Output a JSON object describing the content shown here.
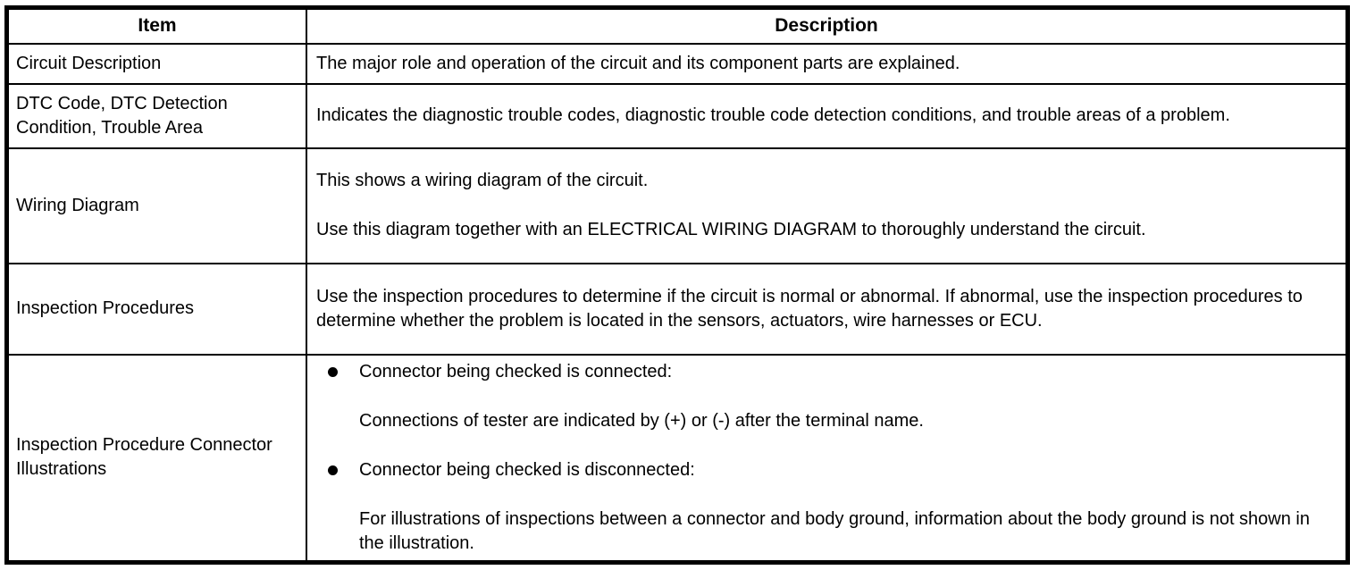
{
  "colors": {
    "background": "#ffffff",
    "border": "#000000",
    "text": "#000000"
  },
  "icons": {
    "bullet": "filled-circle-bullet-icon"
  },
  "table": {
    "columns": [
      {
        "label": "Item"
      },
      {
        "label": "Description"
      }
    ],
    "rows": [
      {
        "item": "Circuit Description",
        "description": [
          {
            "type": "paragraph",
            "text": "The major role and operation of the circuit and its component parts are explained."
          }
        ]
      },
      {
        "item": "DTC Code, DTC Detection Condition, Trouble Area",
        "description": [
          {
            "type": "paragraph",
            "text": "Indicates the diagnostic trouble codes, diagnostic trouble code detection conditions, and trouble areas of a problem."
          }
        ]
      },
      {
        "item": "Wiring Diagram",
        "description": [
          {
            "type": "paragraph",
            "text": "This shows a wiring diagram of the circuit."
          },
          {
            "type": "paragraph",
            "text": "Use this diagram together with an ELECTRICAL WIRING DIAGRAM to thoroughly understand the circuit."
          }
        ]
      },
      {
        "item": "Inspection Procedures",
        "description": [
          {
            "type": "paragraph",
            "text": "Use the inspection procedures to determine if the circuit is normal or abnormal. If abnormal, use the inspection procedures to determine whether the problem is located in the sensors, actuators, wire harnesses or ECU."
          }
        ]
      },
      {
        "item": "Inspection Procedure Connector Illustrations",
        "description": [
          {
            "type": "bullet",
            "text": "Connector being checked is connected:"
          },
          {
            "type": "indent",
            "text": "Connections of tester are indicated by (+) or (-) after the terminal name."
          },
          {
            "type": "bullet",
            "text": "Connector being checked is disconnected:"
          },
          {
            "type": "indent",
            "text": "For illustrations of inspections between a connector and body ground, information about the body ground is not shown in the illustration."
          }
        ]
      }
    ]
  }
}
